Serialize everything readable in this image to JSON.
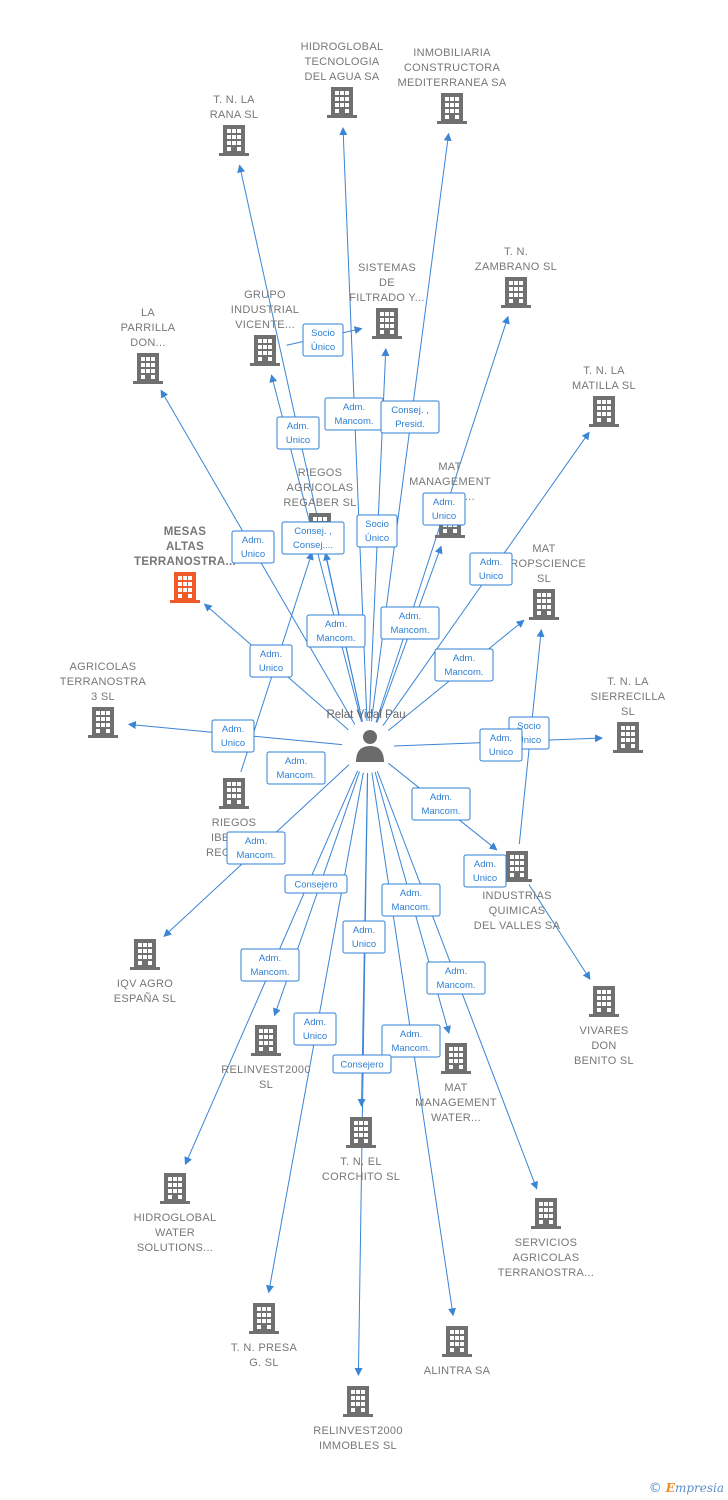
{
  "center": {
    "name": "Relat Vidal Pau"
  },
  "colors": {
    "edge": "#3b85d6",
    "building": "#707070",
    "highlight": "#f05a28"
  },
  "nodes": [
    {
      "id": "hidroglobal_tec",
      "label": [
        "HIDROGLOBAL",
        "TECNOLOGIA",
        "DEL AGUA SA"
      ]
    },
    {
      "id": "inmobiliaria",
      "label": [
        "INMOBILIARIA",
        "CONSTRUCTORA",
        "MEDITERRANEA SA"
      ]
    },
    {
      "id": "tn_rana",
      "label": [
        "T. N. LA",
        "RANA  SL"
      ]
    },
    {
      "id": "sistemas",
      "label": [
        "SISTEMAS",
        "DE",
        "FILTRADO Y..."
      ]
    },
    {
      "id": "tn_zambrano",
      "label": [
        "T. N.",
        "ZAMBRANO  SL"
      ]
    },
    {
      "id": "grupo_ind",
      "label": [
        "GRUPO",
        "INDUSTRIAL",
        "VICENTE..."
      ]
    },
    {
      "id": "parrilla",
      "label": [
        "LA",
        "PARRILLA",
        "DON..."
      ]
    },
    {
      "id": "tn_matilla",
      "label": [
        "T. N. LA",
        "MATILLA  SL"
      ]
    },
    {
      "id": "riegos_regaber",
      "label": [
        "RIEGOS",
        "AGRICOLAS",
        "REGABER  SL"
      ]
    },
    {
      "id": "mat_mgmt_top",
      "label": [
        "MAT",
        "MANAGEMENT",
        "WATER..."
      ]
    },
    {
      "id": "mesas_altas",
      "label": [
        "MESAS",
        "ALTAS",
        "TERRANOSTRA..."
      ],
      "main": true
    },
    {
      "id": "mat_crop",
      "label": [
        "MAT",
        "CROPSCIENCE",
        "SL"
      ]
    },
    {
      "id": "agricolas_terr",
      "label": [
        "AGRICOLAS",
        "TERRANOSTRA",
        "3  SL"
      ]
    },
    {
      "id": "tn_sierrecilla",
      "label": [
        "T. N. LA",
        "SIERRECILLA",
        "SL"
      ]
    },
    {
      "id": "riegos_iberica",
      "label": [
        "RIEGOS",
        "IBERICA",
        "REGABER"
      ]
    },
    {
      "id": "industrias",
      "label": [
        "INDUSTRIAS",
        "QUIMICAS",
        "DEL VALLES SA"
      ]
    },
    {
      "id": "iqv_agro",
      "label": [
        "IQV AGRO",
        "ESPAÑA SL"
      ]
    },
    {
      "id": "vivares",
      "label": [
        "VIVARES",
        "DON",
        "BENITO  SL"
      ]
    },
    {
      "id": "relinvest_sl",
      "label": [
        "RELINVEST2000",
        "SL"
      ]
    },
    {
      "id": "mat_mgmt_bottom",
      "label": [
        "MAT",
        "MANAGEMENT",
        "WATER..."
      ]
    },
    {
      "id": "tn_corchito",
      "label": [
        "T. N. EL",
        "CORCHITO  SL"
      ]
    },
    {
      "id": "hidroglobal_sol",
      "label": [
        "HIDROGLOBAL",
        "WATER",
        "SOLUTIONS..."
      ]
    },
    {
      "id": "servicios",
      "label": [
        "SERVICIOS",
        "AGRICOLAS",
        "TERRANOSTRA..."
      ]
    },
    {
      "id": "tn_presa",
      "label": [
        "T. N. PRESA",
        "G.  SL"
      ]
    },
    {
      "id": "alintra",
      "label": [
        "ALINTRA SA"
      ]
    },
    {
      "id": "relinvest_imm",
      "label": [
        "RELINVEST2000",
        "IMMOBLES  SL"
      ]
    }
  ],
  "edge_labels": [
    {
      "id": "e_socio_grupo",
      "lines": [
        "Socio",
        "Único"
      ]
    },
    {
      "id": "e_adm_rana",
      "lines": [
        "Adm.",
        "Unico"
      ]
    },
    {
      "id": "e_mancom_tec",
      "lines": [
        "Adm.",
        "Mancom."
      ]
    },
    {
      "id": "e_consej_presid",
      "lines": [
        "Consej. ,",
        "Presid."
      ]
    },
    {
      "id": "e_adm_mat_top",
      "lines": [
        "Adm.",
        "Unico"
      ]
    },
    {
      "id": "e_consej_regaber",
      "lines": [
        "Consej. ,",
        "Consej...."
      ]
    },
    {
      "id": "e_socio_regaber",
      "lines": [
        "Socio",
        "Único"
      ]
    },
    {
      "id": "e_adm_parrilla",
      "lines": [
        "Adm.",
        "Unico"
      ]
    },
    {
      "id": "e_adm_matilla",
      "lines": [
        "Adm.",
        "Unico"
      ]
    },
    {
      "id": "e_mancom_regaber",
      "lines": [
        "Adm.",
        "Mancom."
      ]
    },
    {
      "id": "e_mancom_mat_top",
      "lines": [
        "Adm.",
        "Mancom."
      ]
    },
    {
      "id": "e_adm_mesas",
      "lines": [
        "Adm.",
        "Unico"
      ]
    },
    {
      "id": "e_mancom_crop",
      "lines": [
        "Adm.",
        "Mancom."
      ]
    },
    {
      "id": "e_socio_sierre",
      "lines": [
        "Socio",
        "Único"
      ]
    },
    {
      "id": "e_adm_sierre",
      "lines": [
        "Adm.",
        "Unico"
      ]
    },
    {
      "id": "e_adm_agricolas",
      "lines": [
        "Adm.",
        "Unico"
      ]
    },
    {
      "id": "e_mancom_iberica",
      "lines": [
        "Adm.",
        "Mancom."
      ]
    },
    {
      "id": "e_mancom_industrias",
      "lines": [
        "Adm.",
        "Mancom."
      ]
    },
    {
      "id": "e_adm_industrias",
      "lines": [
        "Adm.",
        "Unico"
      ]
    },
    {
      "id": "e_mancom_iqv",
      "lines": [
        "Adm.",
        "Mancom."
      ]
    },
    {
      "id": "e_consejero_rel",
      "lines": [
        "Consejero"
      ]
    },
    {
      "id": "e_mancom_mat_bottom",
      "lines": [
        "Adm.",
        "Mancom."
      ]
    },
    {
      "id": "e_adm_corchito",
      "lines": [
        "Adm.",
        "Unico"
      ]
    },
    {
      "id": "e_mancom_relinvest",
      "lines": [
        "Adm.",
        "Mancom."
      ]
    },
    {
      "id": "e_mancom_servicios",
      "lines": [
        "Adm.",
        "Mancom."
      ]
    },
    {
      "id": "e_adm_presa",
      "lines": [
        "Adm.",
        "Unico"
      ]
    },
    {
      "id": "e_mancom_alintra",
      "lines": [
        "Adm.",
        "Mancom."
      ]
    },
    {
      "id": "e_consejero_imm",
      "lines": [
        "Consejero"
      ]
    }
  ],
  "brand": {
    "symbol": "©",
    "initial": "E",
    "rest": "mpresia"
  }
}
